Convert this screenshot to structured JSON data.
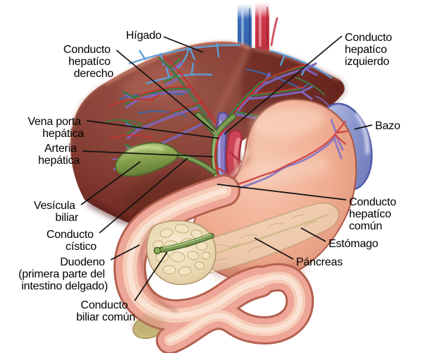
{
  "labels": {
    "higado": "Hígado",
    "conducto_hepatico_derecho": [
      "Conducto",
      "hepatíco",
      "derecho"
    ],
    "conducto_hepatico_izquierdo": [
      "Conducto",
      "hepatíco",
      "izquierdo"
    ],
    "vena_porta_hepatica": [
      "Vena porta",
      "hepática"
    ],
    "arteria_hepatica": [
      "Arteria",
      "hepática"
    ],
    "vesicula_biliar": [
      "Vesícula",
      "biliar"
    ],
    "conducto_cistico": [
      "Conducto",
      "cístico"
    ],
    "duodeno": [
      "Duodeno",
      "(primera parte del",
      "intestino delgado)"
    ],
    "conducto_biliar_comun": [
      "Conducto",
      "biliar común"
    ],
    "bazo": "Bazo",
    "conducto_hepatico_comun": [
      "Conducto",
      "hepatíco",
      "común"
    ],
    "estomago": "Estómago",
    "pancreas": "Páncreas"
  },
  "colors": {
    "background": "#ffffff",
    "liver": "#833c32",
    "stomach": "#efab90",
    "spleen": "#8d98cf",
    "pancreas": "#ecdcb8",
    "gallbladder": "#8fae56",
    "duodenum": "#eda697",
    "vena_cava": "#3a6db8",
    "aorta": "#d03a4a",
    "bile_duct": "#6d8c49",
    "portal_vein": "#8a79c5",
    "hepatic_artery": "#cc2a2a",
    "label_text": "#000000",
    "leader_line": "#111111"
  }
}
